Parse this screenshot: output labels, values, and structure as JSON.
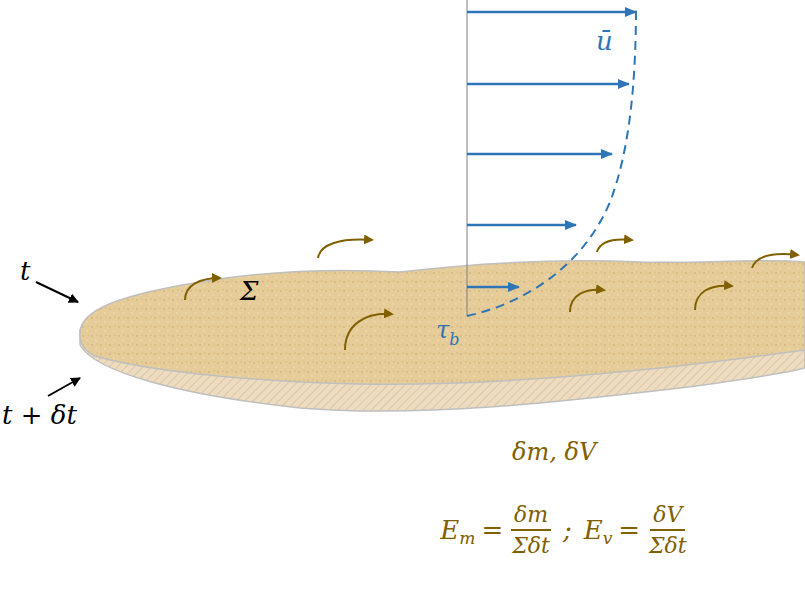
{
  "diagram": {
    "labels": [
      "ū",
      "τ",
      "b",
      "Σ",
      "t",
      "t + δt",
      "δm, δV",
      "E",
      "m",
      "=",
      "δm",
      "Σδt",
      ";",
      "E",
      "v",
      "=",
      "δV",
      "Σδt"
    ]
  }
}
